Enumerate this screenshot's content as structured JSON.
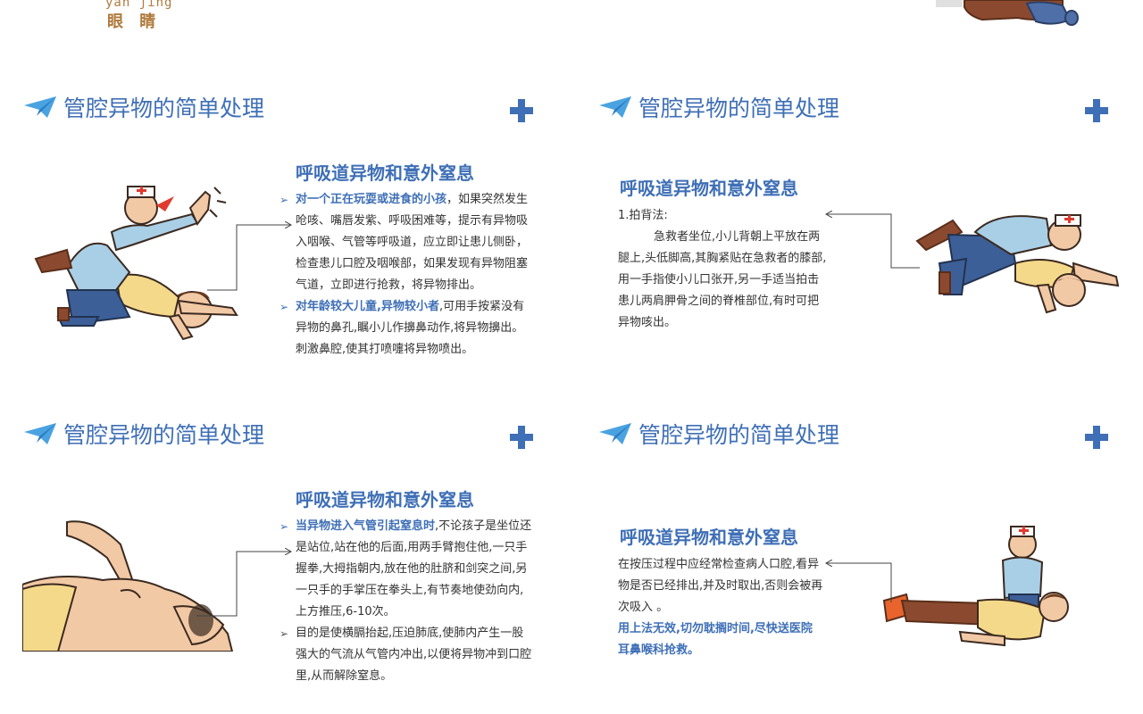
{
  "logo": {
    "pinyin": "yan jing",
    "chinese": "眼 睛"
  },
  "colors": {
    "accent": "#3f6fb6",
    "text": "#333333",
    "logo": "#b07a3c"
  },
  "panels": [
    {
      "title": "管腔异物的简单处理",
      "heading": "呼吸道异物和意外窒息",
      "items": [
        {
          "bold": "对一个正在玩耍或进食的小孩",
          "text": "，如果突然发生呛咳、嘴唇发紫、呼吸困难等，提示有异物吸入咽喉、气管等呼吸道，应立即让患儿侧卧，检查患儿口腔及咽喉部，如果发现有异物阻塞气道，立即进行抢救，将异物排出。"
        },
        {
          "bold": "对年龄较大儿童,异物较小者",
          "text": ",可用手按紧没有异物的鼻孔,瞩小儿作擤鼻动作,将异物擤出。刺激鼻腔,使其打喷嚏将异物喷出。"
        }
      ]
    },
    {
      "title": "管腔异物的简单处理",
      "heading": "呼吸道异物和意外窒息",
      "label": "1.拍背法:",
      "text": "急救者坐位,小儿背朝上平放在两腿上,头低脚高,其胸紧贴在急救者的膝部,用一手指使小儿口张开,另一手适当拍击患儿两肩胛骨之间的脊椎部位,有时可把异物咳出。"
    },
    {
      "title": "管腔异物的简单处理",
      "heading": "呼吸道异物和意外窒息",
      "items": [
        {
          "bold": "当异物进入气管引起窒息时",
          "text": ",不论孩子是坐位还是站位,站在他的后面,用两手臂抱住他,一只手握拳,大拇指朝内,放在他的肚脐和剑突之间,另一只手的手掌压在拳头上,有节奏地使劲向内,上方推压,6-10次。"
        },
        {
          "bold": "",
          "text": "目的是使横膈抬起,压迫肺底,使肺内产生一股强大的气流从气管内冲出,以便将异物冲到口腔里,从而解除窒息。"
        }
      ]
    },
    {
      "title": "管腔异物的简单处理",
      "heading": "呼吸道异物和意外窒息",
      "text": "在按压过程中应经常检查病人口腔,看异物是否已经排出,并及时取出,否则会被再次吸入 。",
      "warning": "用上法无效,切勿耽搁时间,尽快送医院耳鼻喉科抢救。"
    }
  ]
}
